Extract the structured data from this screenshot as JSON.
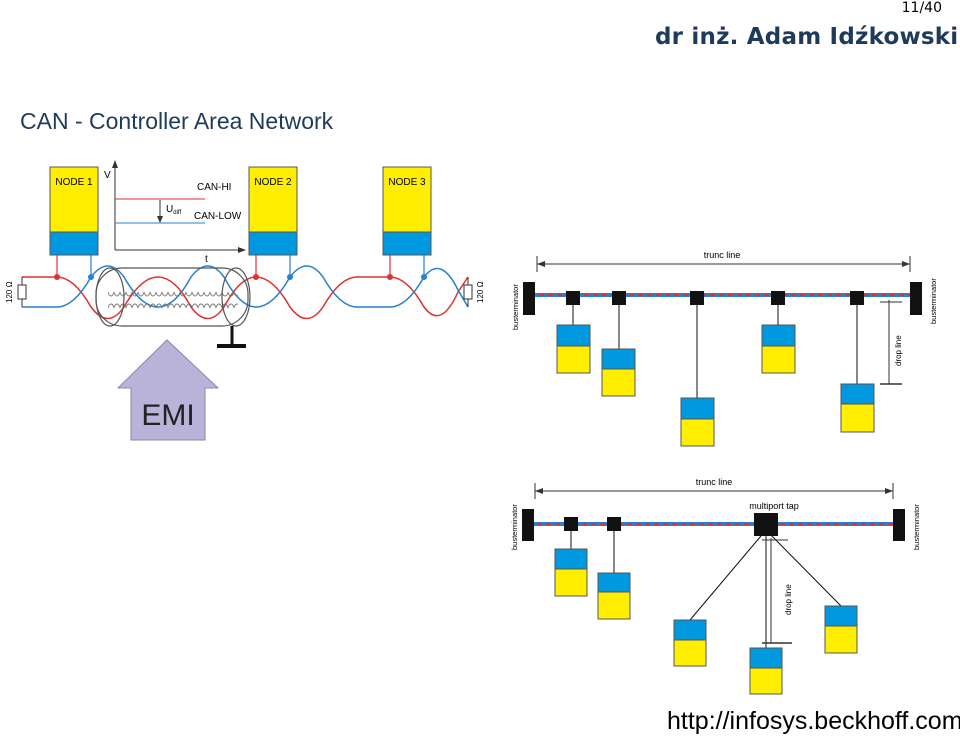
{
  "header": {
    "page_number": "11/40",
    "author": "dr inż. Adam Idźkowski",
    "title": "CAN - Controller Area Network"
  },
  "footer": {
    "source_url": "http://infosys.beckhoff.com/"
  },
  "left_diagram": {
    "nodes": [
      "NODE 1",
      "NODE 2",
      "NODE 3"
    ],
    "resistor_left": "120 Ω",
    "resistor_right": "120 Ω",
    "signal_graph": {
      "y_axis": "V",
      "x_axis": "t",
      "high": "CAN-HI",
      "low": "CAN-LOW",
      "diff": "U",
      "diff_sub": "diff"
    },
    "emi_label": "EMI"
  },
  "top_right_diagram": {
    "trunk_label": "trunc line",
    "drop_label": "drop line",
    "terminator_left": "busterminator",
    "terminator_right": "busterminator"
  },
  "bottom_right_diagram": {
    "trunk_label": "trunc line",
    "tap_label": "multiport tap",
    "drop_label": "drop line",
    "terminator_left": "busterminator",
    "terminator_right": "busterminator"
  },
  "colors": {
    "node_yellow": "#ffee00",
    "node_blue": "#0099e0",
    "wire_red": "#e03030",
    "wire_blue": "#2a7fd0",
    "emi_fill": "#b9b3d9"
  }
}
